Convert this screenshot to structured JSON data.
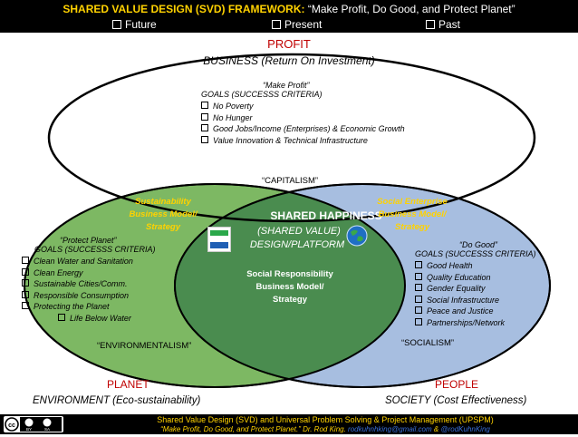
{
  "header": {
    "title_bold": "SHARED VALUE DESIGN (SVD) FRAMEWORK:",
    "title_rest": "“Make Profit, Do Good, and Protect Planet”",
    "options": [
      "Future",
      "Present",
      "Past"
    ]
  },
  "profit": {
    "title": "PROFIT",
    "subtitle": "BUSINESS (Return On Investment)",
    "quote": "“Make Profit”",
    "goals_title": "GOALS (SUCCESSS CRITERIA)",
    "goals": [
      "No Poverty",
      "No Hunger",
      "Good Jobs/Income (Enterprises) & Economic Growth",
      "Value Innovation & Technical Infrastructure"
    ],
    "ism": "“CAPITALISM”"
  },
  "planet": {
    "title": "PLANET",
    "subtitle": "ENVIRONMENT (Eco-sustainability)",
    "quote": "“Protect Planet”",
    "goals_title": "GOALS (SUCCESSS CRITERIA)",
    "goals": [
      "Clean Water and Sanitation",
      "Clean Energy",
      "Sustainable Cities/Comm.",
      "Responsible Consumption",
      "Protecting the Planet"
    ],
    "subgoal": "Life Below Water",
    "ism": "“ENVIRONMENTALISM”",
    "model": [
      "Sustainability",
      "Business Model/",
      "Strategy"
    ]
  },
  "people": {
    "title": "PEOPLE",
    "subtitle": "SOCIETY (Cost Effectiveness)",
    "quote": "“Do Good”",
    "goals_title": "GOALS (SUCCESSS CRITERIA)",
    "goals": [
      "Good Health",
      "Quality Education",
      "Gender Equality",
      "Social Infrastructure",
      "Peace and Justice",
      "Partnerships/Network"
    ],
    "ism": "“SOCIALISM”",
    "model": [
      "Social Enterprise",
      "Business Model/",
      "Strategy"
    ]
  },
  "center": {
    "title": "SHARED HAPPINESS",
    "sub1": "(SHARED VALUE)",
    "sub2": "DESIGN/PLATFORM",
    "model": [
      "Social Responsibility",
      "Business Model/",
      "Strategy"
    ]
  },
  "footer": {
    "line1": "Shared Value Design (SVD) and Universal Problem Solving & Project Management (UPSPM)",
    "line2_text": "“Make Profit, Do Good, and Protect Planet.” Dr. Rod King.",
    "email": "rodkuhnhking@gmail.com",
    "amp": "&",
    "handle": "@rodKuhnKing",
    "license": [
      "cc",
      "BY",
      "SA"
    ]
  },
  "colors": {
    "green": "#7db863",
    "green_dark": "#5a9a48",
    "blue": "#a7bee0",
    "overlap": "#4a8c4f",
    "red": "#c00000",
    "yellow": "#ffd200",
    "link": "#3a6fd8"
  }
}
